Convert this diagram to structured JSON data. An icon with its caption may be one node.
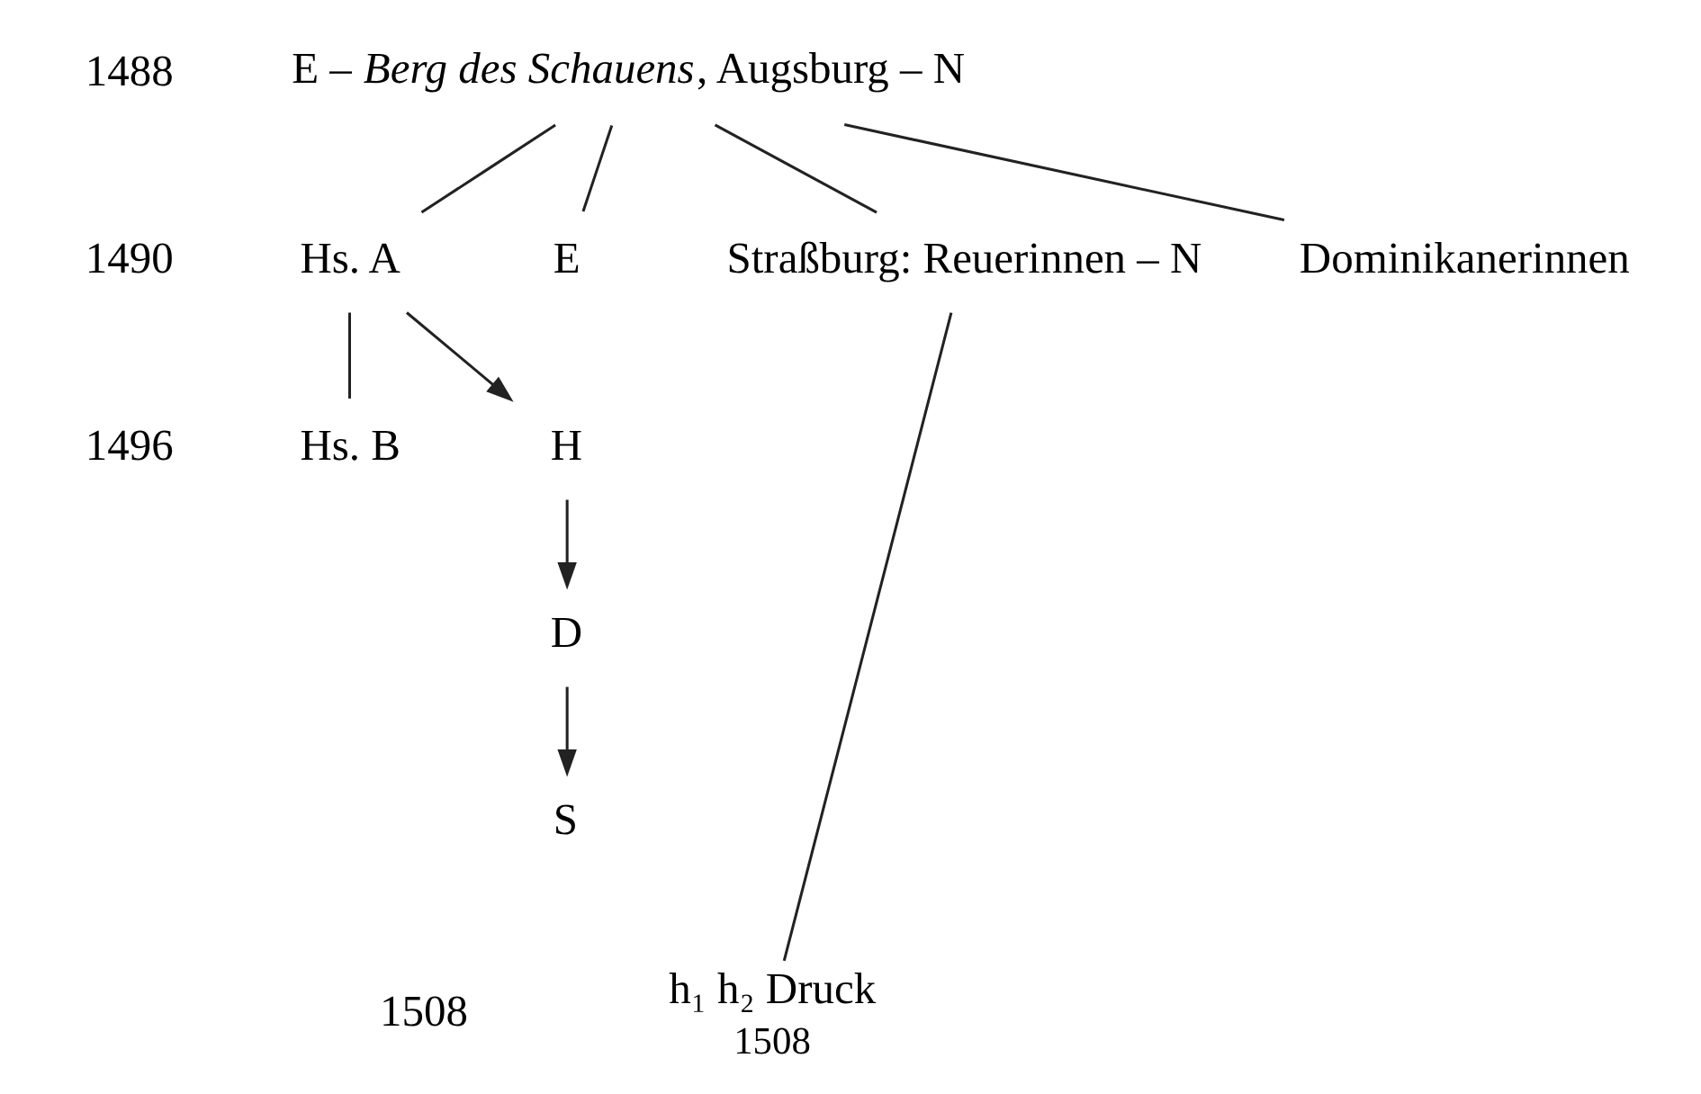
{
  "diagram": {
    "nodes": [
      {
        "text": [
          "E – *Berg des Schauens*, Augsburg – N"
        ]
      },
      {
        "text": [
          "Hs. A"
        ]
      },
      {
        "text": [
          "Hs. B"
        ]
      },
      {
        "text": [
          "H"
        ]
      },
      {
        "text": [
          "D"
        ]
      },
      {
        "text": [
          "S"
        ]
      },
      {
        "text": [
          "E"
        ]
      },
      {
        "text": [
          "Straßburg: Reuerinnen – N"
        ]
      },
      {
        "text": [
          "Dominikanerinnen"
        ]
      },
      {
        "text": [
          "h₁ h₂ Druck"
        ],
        "beside": [
          "1508"
        ]
      }
    ],
    "edges": [
      {
        "from": 0,
        "to": 1,
        "arrow": "none"
      },
      {
        "from": 0,
        "to": 6,
        "arrow": "none"
      },
      {
        "from": 0,
        "to": 7,
        "arrow": "none"
      },
      {
        "from": 0,
        "to": 8,
        "arrow": "none"
      },
      {
        "from": 1,
        "to": 2,
        "arrow": "none"
      },
      {
        "from": 1,
        "to": 3,
        "arrow": "to"
      },
      {
        "from": 3,
        "to": 4,
        "arrow": "to"
      },
      {
        "from": 4,
        "to": 5,
        "arrow": "to"
      },
      {
        "from": 7,
        "to": 9,
        "arrow": "none"
      }
    ],
    "labels": [
      "1488",
      "1490",
      "1496",
      "1508"
    ]
  }
}
